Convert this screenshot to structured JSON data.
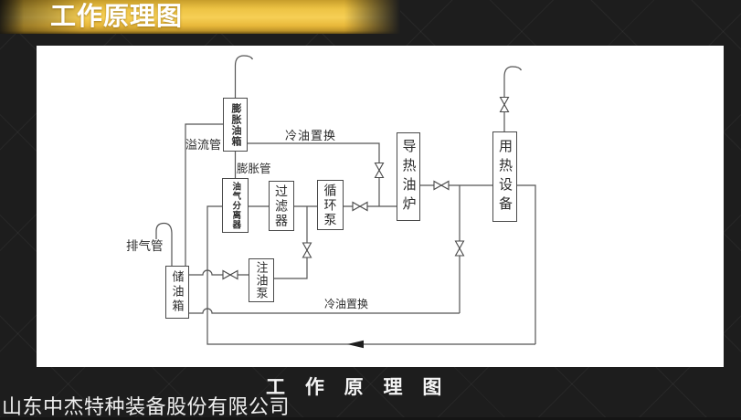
{
  "header": {
    "title": "工作原理图"
  },
  "footer": {
    "caption": "工 作 原 理 图",
    "company": "山东中杰特种装备股份有限公司"
  },
  "diagram": {
    "boxes": {
      "expansion_tank": "膨胀油箱",
      "separator": "油气分离器",
      "filter": "过滤器",
      "circulation_pump": "循环泵",
      "heater": "导热油炉",
      "heat_equipment": "用热设备",
      "storage_tank": "储油箱",
      "injection_pump": "注油泵"
    },
    "labels": {
      "overflow_pipe": "溢流管",
      "cold_oil_swap_top": "冷油置换",
      "expansion_pipe": "膨胀管",
      "exhaust_pipe": "排气管",
      "cold_oil_swap_bottom": "冷油置换"
    }
  },
  "colors": {
    "banner_gold": "#f2c94c",
    "background_dark": "#1d1d1d",
    "panel_white": "#ffffff",
    "line_gray": "#555555",
    "text_white": "#f5f5f5"
  }
}
